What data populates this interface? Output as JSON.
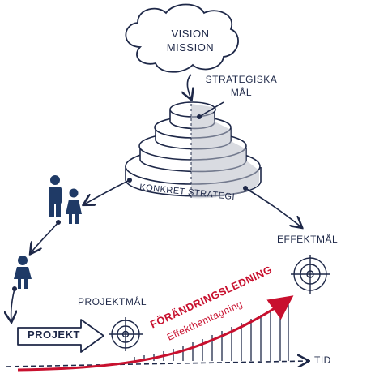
{
  "labels": {
    "vision": "VISION\nMISSION",
    "strategiska_mal": "STRATEGISKA\nMÅL",
    "konkret_strategi": "KONKRET STRATEGI",
    "effektmal": "EFFEKTMÅL",
    "projektmal": "PROJEKTMÅL",
    "projekt": "PROJEKT",
    "forandringsledning": "FÖRÄNDRINGSLEDNING",
    "effekthemtagning": "Effekthemtagning",
    "tid": "TID"
  },
  "colors": {
    "ink": "#1e2848",
    "accent_red": "#c8102e",
    "shadow_gray": "#b9bec8"
  },
  "icons": [
    "cloud-icon",
    "pyramid-icon",
    "man-icon",
    "woman-icon",
    "target-icon",
    "arrow-icon"
  ]
}
